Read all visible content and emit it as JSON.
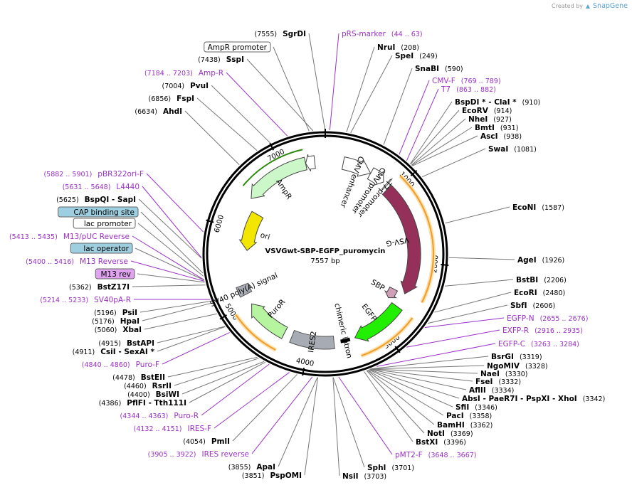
{
  "credit": {
    "prefix": "Created by",
    "brand": "SnapGene",
    "brand_color": "#5aa3d8"
  },
  "plasmid": {
    "name": "VSVGwt-SBP-EGFP_puromycin",
    "length_label": "7557 bp",
    "length": 7557
  },
  "colors": {
    "enzyme": "#000000",
    "primer": "#9b30c8",
    "leader": "#777777",
    "orf_orange": "#f0a030",
    "orf_orange_halo": "#ffe3b0",
    "vsvg": "#94305a",
    "egfp": "#22ee00",
    "puror": "#b6f4a0",
    "ires2": "#a7abb3",
    "ampr": "#ccf7c8",
    "ori": "#f2e600",
    "box_blue": "#9ecfe0",
    "box_purple": "#e0a3f0"
  },
  "ticks": [
    "1000",
    "2000",
    "3000",
    "4000",
    "5000",
    "6000",
    "7000"
  ],
  "features": [
    {
      "key": "cmv_enhancer",
      "label": "CMV enhancer",
      "color": "#ffffff",
      "dir": "cw",
      "start": 235,
      "end": 615
    },
    {
      "key": "cmv_promoter",
      "label": "CMV promoter",
      "color": "#ffffff",
      "dir": "cw",
      "start": 616,
      "end": 819
    },
    {
      "key": "t7_promoter",
      "label": "T7 promoter",
      "color": "#ffffff",
      "dir": "cw",
      "start": 863,
      "end": 881
    },
    {
      "key": "vsvg",
      "label": "VSV-G",
      "color": "#94305a",
      "dir": "cw",
      "start": 920,
      "end": 2450
    },
    {
      "key": "sbp",
      "label": "SBP",
      "color": "#d0a0b8",
      "dir": "cw",
      "start": 2460,
      "end": 2620
    },
    {
      "key": "egfp",
      "label": "EGFP",
      "color": "#22ee00",
      "dir": "cw",
      "start": 2650,
      "end": 3370
    },
    {
      "key": "chimeric_intron",
      "label": "chimeric intron",
      "color": "#000000",
      "dir": "none",
      "start": 3440,
      "end": 3570
    },
    {
      "key": "ires2",
      "label": "IRES2",
      "color": "#a7abb3",
      "dir": "none",
      "start": 3660,
      "end": 4240
    },
    {
      "key": "puror",
      "label": "PuroR",
      "color": "#b6f4a0",
      "dir": "cw",
      "start": 4350,
      "end": 4950
    },
    {
      "key": "sv40_polya",
      "label": "SV40 poly(A) signal",
      "color": "#a7abb3",
      "dir": "none",
      "start": 5100,
      "end": 5230
    },
    {
      "key": "ori",
      "label": "ori",
      "color": "#f2e600",
      "dir": "ccw",
      "start": 5720,
      "end": 6300
    },
    {
      "key": "ampr",
      "label": "AmpR",
      "color": "#ccf7c8",
      "dir": "ccw",
      "start": 6440,
      "end": 7300
    },
    {
      "key": "ampr_promoter",
      "label": "",
      "color": "#ffffff",
      "dir": "ccw",
      "start": 7301,
      "end": 7420
    }
  ],
  "right_labels": [
    {
      "name": "NruI",
      "pos": "(208)",
      "kind": "enzyme"
    },
    {
      "name": "SpeI",
      "pos": "(249)",
      "kind": "enzyme"
    },
    {
      "name": "SnaBI",
      "pos": "(590)",
      "kind": "enzyme"
    },
    {
      "name": "CMV-F",
      "pos": "(769 .. 789)",
      "kind": "primer"
    },
    {
      "name": "T7",
      "pos": "(863 .. 882)",
      "kind": "primer"
    },
    {
      "name": "BspDI * - ClaI *",
      "pos": "(910)",
      "kind": "enzyme"
    },
    {
      "name": "EcoRV",
      "pos": "(914)",
      "kind": "enzyme"
    },
    {
      "name": "NheI",
      "pos": "(927)",
      "kind": "enzyme"
    },
    {
      "name": "BmtI",
      "pos": "(931)",
      "kind": "enzyme"
    },
    {
      "name": "AscI",
      "pos": "(938)",
      "kind": "enzyme"
    },
    {
      "name": "SwaI",
      "pos": "(1081)",
      "kind": "enzyme"
    },
    {
      "name": "EcoNI",
      "pos": "(1587)",
      "kind": "enzyme"
    },
    {
      "name": "AgeI",
      "pos": "(1926)",
      "kind": "enzyme"
    },
    {
      "name": "BstBI",
      "pos": "(2206)",
      "kind": "enzyme"
    },
    {
      "name": "EcoRI",
      "pos": "(2480)",
      "kind": "enzyme"
    },
    {
      "name": "SbfI",
      "pos": "(2606)",
      "kind": "enzyme"
    },
    {
      "name": "EGFP-N",
      "pos": "(2655 .. 2676)",
      "kind": "primer"
    },
    {
      "name": "EXFP-R",
      "pos": "(2916 .. 2935)",
      "kind": "primer"
    },
    {
      "name": "EGFP-C",
      "pos": "(3263 .. 3284)",
      "kind": "primer"
    },
    {
      "name": "BsrGI",
      "pos": "(3319)",
      "kind": "enzyme"
    },
    {
      "name": "NgoMIV",
      "pos": "(3328)",
      "kind": "enzyme"
    },
    {
      "name": "NaeI",
      "pos": "(3330)",
      "kind": "enzyme"
    },
    {
      "name": "FseI",
      "pos": "(3332)",
      "kind": "enzyme"
    },
    {
      "name": "AflII",
      "pos": "(3334)",
      "kind": "enzyme"
    },
    {
      "name": "AbsI - PaeR7I - PspXI - XhoI",
      "pos": "(3342)",
      "kind": "enzyme"
    },
    {
      "name": "SfiI",
      "pos": "(3346)",
      "kind": "enzyme"
    },
    {
      "name": "PacI",
      "pos": "(3358)",
      "kind": "enzyme"
    },
    {
      "name": "BamHI",
      "pos": "(3362)",
      "kind": "enzyme"
    },
    {
      "name": "NotI",
      "pos": "(3369)",
      "kind": "enzyme"
    },
    {
      "name": "BstXI",
      "pos": "(3396)",
      "kind": "enzyme"
    },
    {
      "name": "pMT2-F",
      "pos": "(3648 .. 3667)",
      "kind": "primer"
    },
    {
      "name": "SphI",
      "pos": "(3701)",
      "kind": "enzyme"
    },
    {
      "name": "NsiI",
      "pos": "(3703)",
      "kind": "enzyme"
    }
  ],
  "left_labels": [
    {
      "name": "SgrDI",
      "pos": "(7555)",
      "kind": "enzyme"
    },
    {
      "name": "pRS-marker",
      "pos": "(44 .. 63)",
      "kind": "primer"
    },
    {
      "name": "AmpR promoter",
      "pos": "",
      "kind": "box_white"
    },
    {
      "name": "SspI",
      "pos": "(7438)",
      "kind": "enzyme"
    },
    {
      "name": "Amp-R",
      "pos": "(7184 .. 7203)",
      "kind": "primer"
    },
    {
      "name": "PvuI",
      "pos": "(7004)",
      "kind": "enzyme"
    },
    {
      "name": "FspI",
      "pos": "(6856)",
      "kind": "enzyme"
    },
    {
      "name": "AhdI",
      "pos": "(6634)",
      "kind": "enzyme"
    },
    {
      "name": "pBR322ori-F",
      "pos": "(5882 .. 5901)",
      "kind": "primer"
    },
    {
      "name": "L4440",
      "pos": "(5631 .. 5648)",
      "kind": "primer"
    },
    {
      "name": "BspQI - SapI",
      "pos": "(5625)",
      "kind": "enzyme"
    },
    {
      "name": "CAP binding site",
      "pos": "",
      "kind": "box_blue"
    },
    {
      "name": "lac promoter",
      "pos": "",
      "kind": "box_white"
    },
    {
      "name": "M13/pUC Reverse",
      "pos": "(5413 .. 5435)",
      "kind": "primer"
    },
    {
      "name": "lac operator",
      "pos": "",
      "kind": "box_blue"
    },
    {
      "name": "M13 Reverse",
      "pos": "(5400 .. 5416)",
      "kind": "primer"
    },
    {
      "name": "M13 rev",
      "pos": "",
      "kind": "box_purple"
    },
    {
      "name": "BstZ17I",
      "pos": "(5362)",
      "kind": "enzyme"
    },
    {
      "name": "SV40pA-R",
      "pos": "(5214 .. 5233)",
      "kind": "primer"
    },
    {
      "name": "PsiI",
      "pos": "(5196)",
      "kind": "enzyme"
    },
    {
      "name": "HpaI",
      "pos": "(5176)",
      "kind": "enzyme"
    },
    {
      "name": "XbaI",
      "pos": "(5060)",
      "kind": "enzyme"
    },
    {
      "name": "BstAPI",
      "pos": "(4915)",
      "kind": "enzyme"
    },
    {
      "name": "CsiI - SexAI *",
      "pos": "(4911)",
      "kind": "enzyme"
    },
    {
      "name": "Puro-F",
      "pos": "(4840 .. 4860)",
      "kind": "primer"
    },
    {
      "name": "BstEII",
      "pos": "(4478)",
      "kind": "enzyme"
    },
    {
      "name": "RsrII",
      "pos": "(4460)",
      "kind": "enzyme"
    },
    {
      "name": "BsiWI",
      "pos": "(4400)",
      "kind": "enzyme"
    },
    {
      "name": "PflFI - Tth111I",
      "pos": "(4386)",
      "kind": "enzyme"
    },
    {
      "name": "Puro-R",
      "pos": "(4344 .. 4363)",
      "kind": "primer"
    },
    {
      "name": "IRES-F",
      "pos": "(4132 .. 4151)",
      "kind": "primer"
    },
    {
      "name": "PmlI",
      "pos": "(4054)",
      "kind": "enzyme"
    },
    {
      "name": "IRES reverse",
      "pos": "(3905 .. 3922)",
      "kind": "primer"
    },
    {
      "name": "ApaI",
      "pos": "(3855)",
      "kind": "enzyme"
    },
    {
      "name": "PspOMI",
      "pos": "(3851)",
      "kind": "enzyme"
    }
  ]
}
